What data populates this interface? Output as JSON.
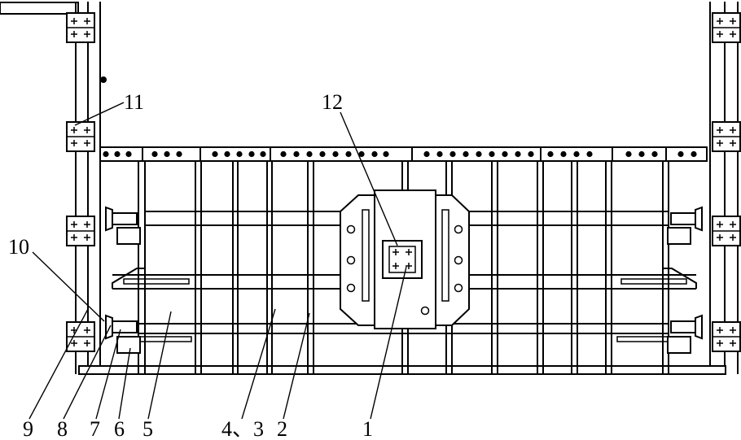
{
  "callouts": {
    "c1": "1",
    "c2": "2",
    "c43": "4、3",
    "c5": "5",
    "c6": "6",
    "c7": "7",
    "c8": "8",
    "c9": "9",
    "c10": "10",
    "c11": "11",
    "c12": "12"
  },
  "colors": {
    "line": "#000000",
    "background": "#ffffff"
  }
}
